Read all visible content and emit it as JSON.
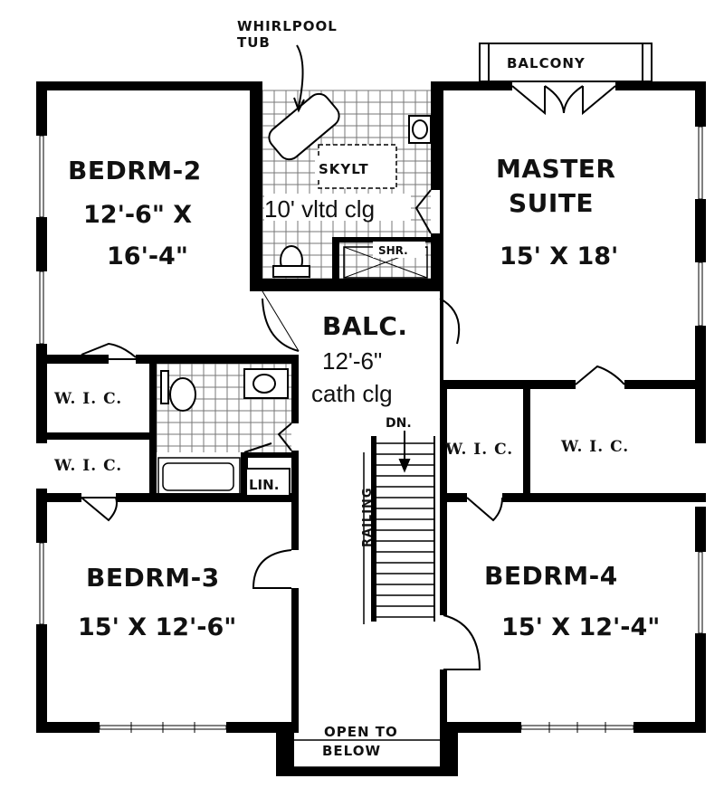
{
  "labels": {
    "whirlpool_l1": "WHIRLPOOL",
    "whirlpool_l2": "TUB",
    "balcony": "BALCONY",
    "skylt": "SKYLT",
    "vltd_clg": "10' vltd clg",
    "shr": "SHR.",
    "bedrm2_name": "BEDRM-2",
    "bedrm2_dim1": "12'-6\" X",
    "bedrm2_dim2": "16'-4\"",
    "master_l1": "MASTER",
    "master_l2": "SUITE",
    "master_dim": "15' X 18'",
    "balc_name": "BALC.",
    "balc_dim": "12'-6\"",
    "balc_clg": "cath clg",
    "wic": "W. I. C.",
    "dn": "DN.",
    "railing": "RAILING",
    "lin": "LIN.",
    "bedrm3_name": "BEDRM-3",
    "bedrm3_dim": "15' X 12'-6\"",
    "bedrm4_name": "BEDRM-4",
    "bedrm4_dim": "15' X 12'-4\"",
    "open_l1": "OPEN TO",
    "open_l2": "BELOW"
  }
}
